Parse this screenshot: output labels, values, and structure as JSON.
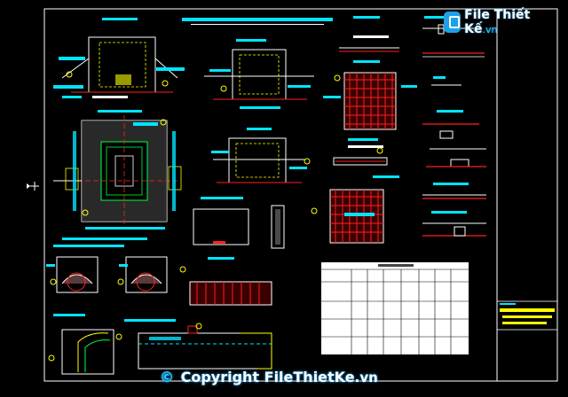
{
  "watermark": {
    "logo_name": "File Thiết Kế",
    "logo_domain": ".vn",
    "copyright_symbol": "©",
    "copyright_label": "Copyright",
    "copyright_name": "FileThietKe",
    "copyright_domain": ".vn"
  },
  "colors": {
    "background": "#000000",
    "line_white": "#ffffff",
    "line_cyan": "#00e5ff",
    "line_yellow": "#ffff00",
    "line_red": "#ff2020",
    "line_green": "#00ff40",
    "line_magenta": "#ff40ff",
    "watermark_blue": "#1da1e8"
  },
  "icons": [
    "file-thiet-ke-logo-icon",
    "cursor-crosshair-icon"
  ]
}
